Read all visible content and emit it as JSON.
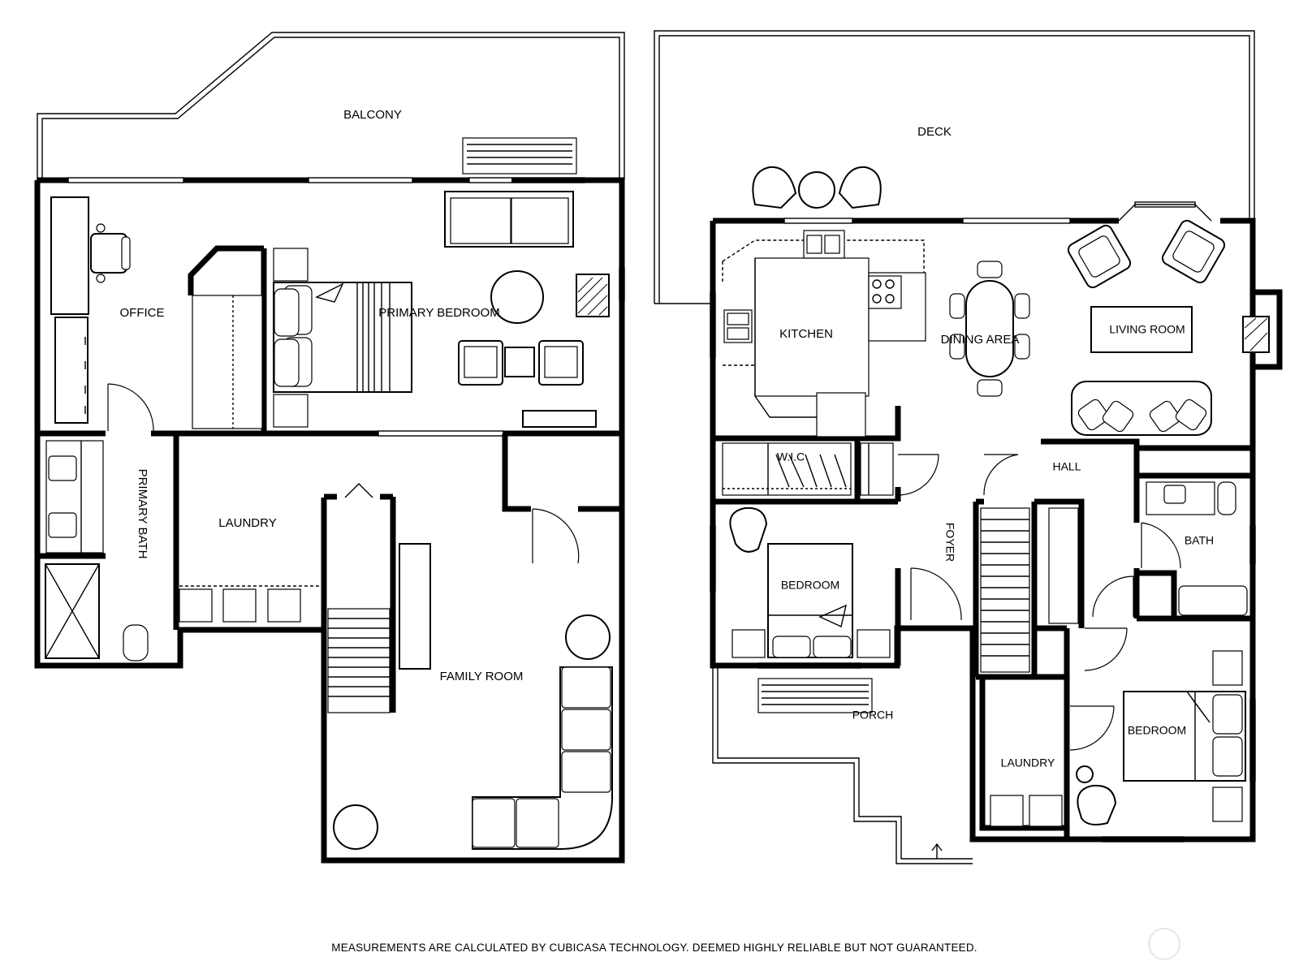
{
  "floors": [
    {
      "id": "lower",
      "rooms": [
        {
          "key": "balcony",
          "label": "BALCONY"
        },
        {
          "key": "office",
          "label": "OFFICE"
        },
        {
          "key": "primary_bedroom",
          "label": "PRIMARY BEDROOM"
        },
        {
          "key": "primary_bath",
          "label": "PRIMARY BATH"
        },
        {
          "key": "laundry",
          "label": "LAUNDRY"
        },
        {
          "key": "family_room",
          "label": "FAMILY ROOM"
        }
      ]
    },
    {
      "id": "main",
      "rooms": [
        {
          "key": "deck",
          "label": "DECK"
        },
        {
          "key": "kitchen",
          "label": "KITCHEN"
        },
        {
          "key": "dining_area",
          "label": "DINING AREA"
        },
        {
          "key": "living_room",
          "label": "LIVING ROOM"
        },
        {
          "key": "wic",
          "label": "W.I.C"
        },
        {
          "key": "hall",
          "label": "HALL"
        },
        {
          "key": "bath",
          "label": "BATH"
        },
        {
          "key": "foyer",
          "label": "FOYER"
        },
        {
          "key": "bedroom_1",
          "label": "BEDROOM"
        },
        {
          "key": "porch",
          "label": "PORCH"
        },
        {
          "key": "laundry",
          "label": "LAUNDRY"
        },
        {
          "key": "bedroom_2",
          "label": "BEDROOM"
        }
      ]
    }
  ],
  "disclaimer": "MEASUREMENTS ARE CALCULATED BY CUBICASA TECHNOLOGY. DEEMED HIGHLY RELIABLE BUT NOT GUARANTEED.",
  "colors": {
    "wall": "#000000",
    "background": "#ffffff",
    "watermark": "#e6e6e6"
  }
}
